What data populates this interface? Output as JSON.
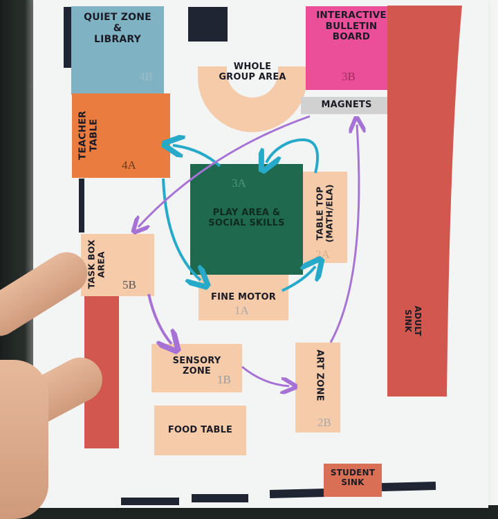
{
  "diagram": {
    "type": "classroom-floor-plan",
    "colors": {
      "wall": "#1f2533",
      "peach": "#f5cba9",
      "quiet_zone": "#7fb3c4",
      "teacher_table": "#e97c3e",
      "bulletin_board": "#ec4f9a",
      "play_area": "#1f6a4f",
      "adult_sink": "#d2574f",
      "magnets": "#d1d1d1",
      "arrow_blue": "#27a9c9",
      "arrow_purple": "#a772d6"
    },
    "zones": {
      "quiet_zone": {
        "line1": "QUIET ZONE",
        "line2": "&",
        "line3": "LIBRARY",
        "code": "4B"
      },
      "whole_group": {
        "line1": "WHOLE",
        "line2": "GROUP AREA"
      },
      "bulletin": {
        "line1": "INTERACTIVE",
        "line2": "BULLETIN",
        "line3": "BOARD",
        "code": "3B"
      },
      "magnets": {
        "label": "MAGNETS"
      },
      "teacher_table": {
        "line1": "TEACHER",
        "line2": "TABLE",
        "code": "4A"
      },
      "play_area": {
        "line1": "PLAY AREA &",
        "line2": "SOCIAL SKILLS",
        "code": "3A"
      },
      "table_top": {
        "line1": "TABLE TOP",
        "line2": "(MATH/ELA)",
        "code": "2A"
      },
      "task_box": {
        "line1": "TASK BOX",
        "line2": "AREA",
        "code": "5B"
      },
      "fine_motor": {
        "label": "FINE MOTOR",
        "code": "1A"
      },
      "adult_sink": {
        "line1": "ADULT",
        "line2": "SINK"
      },
      "sensory_zone": {
        "line1": "SENSORY",
        "line2": "ZONE",
        "code": "1B"
      },
      "art_zone": {
        "label": "ART ZONE",
        "code": "2B"
      },
      "food_table": {
        "label": "FOOD TABLE"
      },
      "student_sink": {
        "line1": "STUDENT",
        "line2": "SINK"
      }
    },
    "rotations": {
      "A_blue": [
        "1A Fine Motor",
        "2A Table Top",
        "3A Play Area",
        "4A Teacher Table"
      ],
      "B_purple": [
        "1B Sensory Zone",
        "2B Art Zone",
        "3B Bulletin Board",
        "4B Quiet Zone",
        "5B Task Box Area"
      ]
    }
  }
}
